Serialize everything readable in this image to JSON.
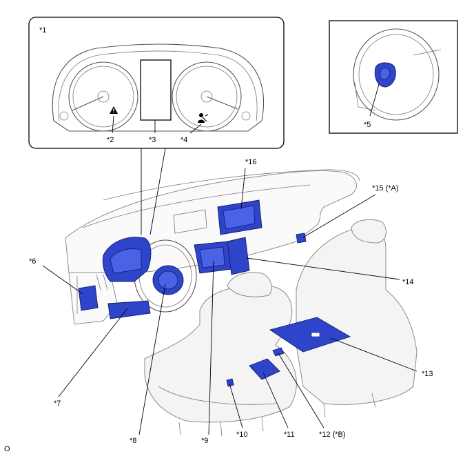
{
  "callouts": {
    "c1": "*1",
    "c2": "*2",
    "c3": "*3",
    "c4": "*4",
    "c5": "*5",
    "c6": "*6",
    "c7": "*7",
    "c8": "*8",
    "c9": "*9",
    "c10": "*10",
    "c11": "*11",
    "c12": "*12 (*B)",
    "c13": "*13",
    "c14": "*14",
    "c15": "*15 (*A)",
    "c16": "*16"
  },
  "corner_mark": "O",
  "colors": {
    "highlight": "#2f45c9",
    "outline": "#555555",
    "frame": "#000000"
  },
  "icons": [
    "warning-triangle-icon",
    "seatbelt-reminder-icon"
  ]
}
